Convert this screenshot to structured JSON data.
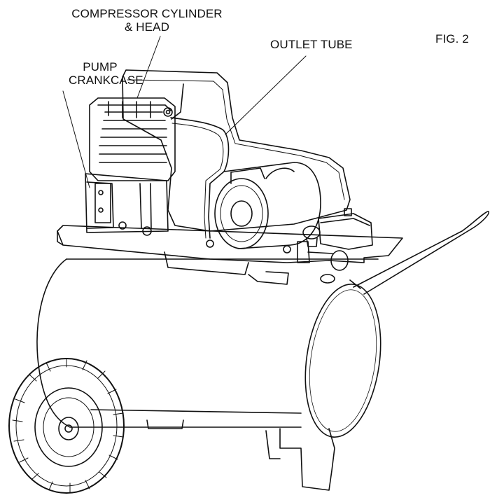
{
  "figure": {
    "fig_label": "FIG. 2",
    "callouts": {
      "cylinder_line1": "COMPRESSOR CYLINDER",
      "cylinder_line2": "& HEAD",
      "pump_line1": "PUMP",
      "pump_line2": "CRANKCASE",
      "outlet": "OUTLET TUBE"
    }
  },
  "colors": {
    "ink": "#111111",
    "background": "#ffffff"
  }
}
